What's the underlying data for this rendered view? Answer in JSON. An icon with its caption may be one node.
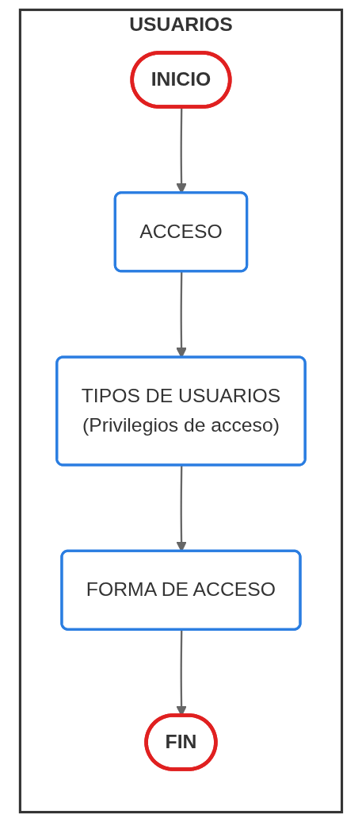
{
  "diagram": {
    "nodes": [
      {
        "text": [
          "USUARIOS"
        ]
      },
      {
        "text": [
          "INICIO"
        ],
        "in": 0
      },
      {
        "text": [
          "ACCESO"
        ],
        "in": 0
      },
      {
        "text": [
          "TIPOS DE USUARIOS",
          "(Privilegios de acceso)"
        ],
        "in": 0
      },
      {
        "text": [
          "FORMA DE ACCESO"
        ],
        "in": 0
      },
      {
        "text": [
          "FIN"
        ],
        "in": 0
      }
    ],
    "edges": [
      {
        "from": 1,
        "to": 2,
        "arrow": "to"
      },
      {
        "from": 2,
        "to": 3,
        "arrow": "to"
      },
      {
        "from": 3,
        "to": 4,
        "arrow": "to"
      },
      {
        "from": 4,
        "to": 5,
        "arrow": "to"
      }
    ]
  }
}
